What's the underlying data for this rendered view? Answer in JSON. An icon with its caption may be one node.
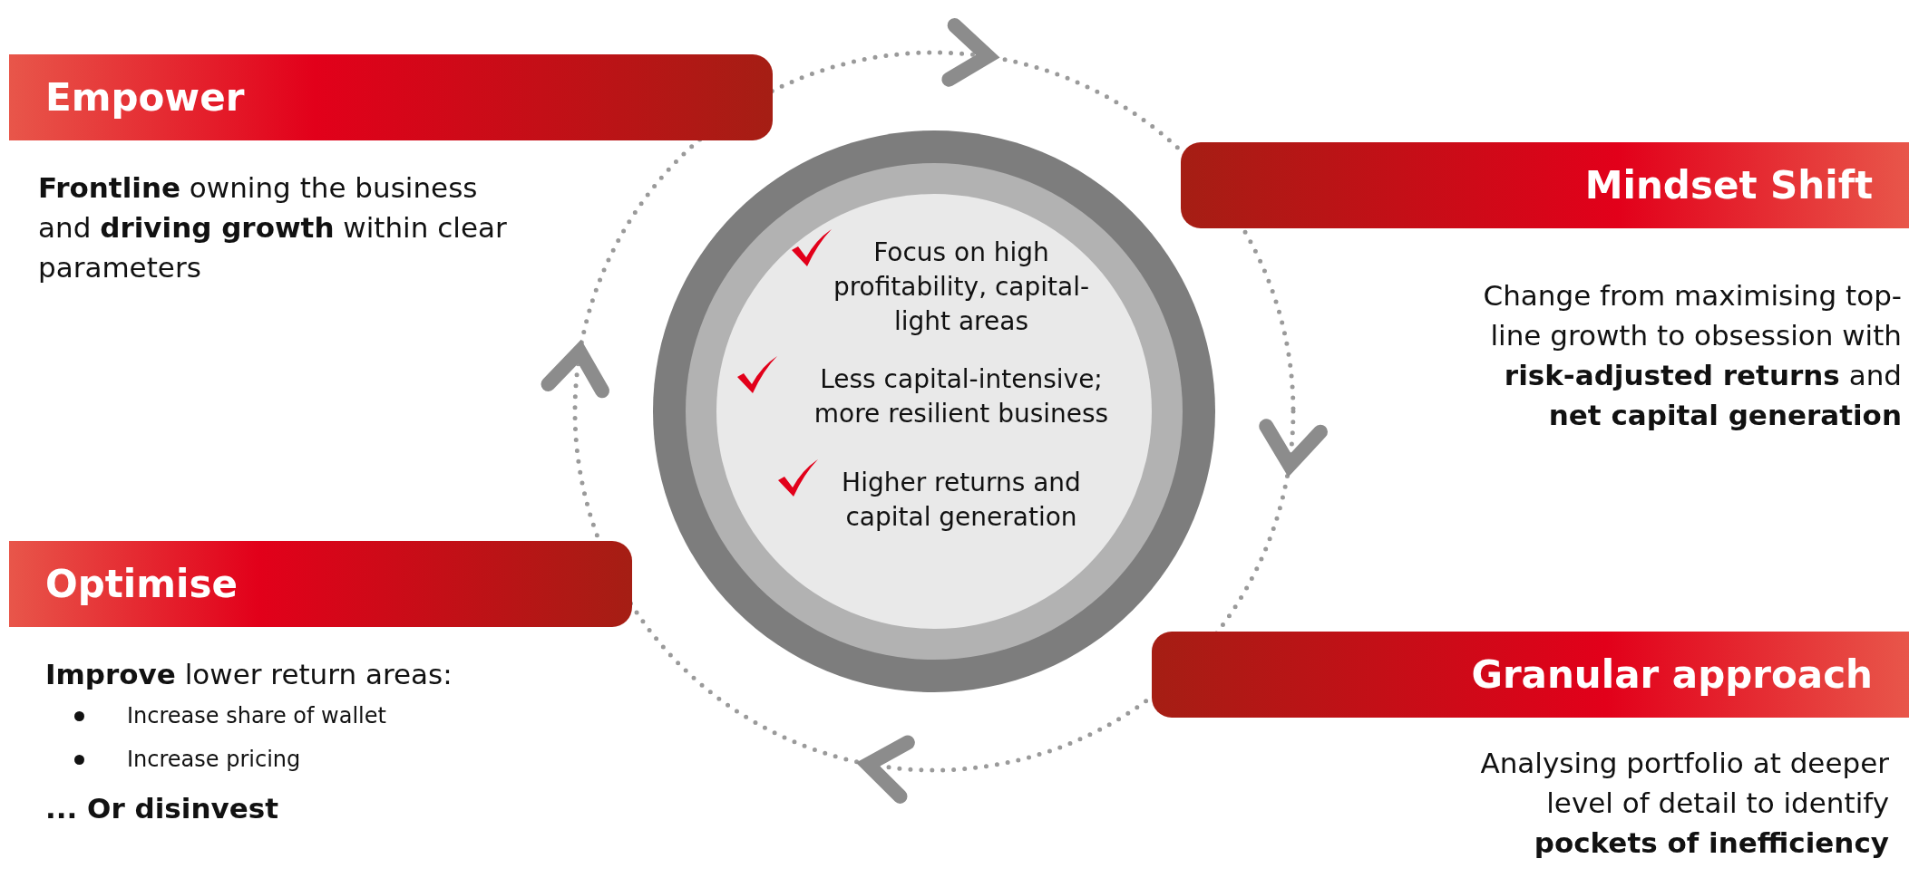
{
  "diagram": {
    "nodes": [
      {
        "text": [
          "Empower",
          "**Frontline** owning the business and **driving growth** within clear parameters"
        ]
      },
      {
        "text": [
          "Mindset Shift",
          "Change from maximising top-line growth to obsession with **risk-adjusted returns** and **net capital generation**"
        ]
      },
      {
        "text": [
          "Optimise",
          "**Improve** lower return areas:",
          "Increase share of wallet",
          "Increase pricing",
          "... Or disinvest"
        ]
      },
      {
        "text": [
          "Granular approach",
          "Analysing portfolio at deeper level of detail to identify **pockets of inefficiency**"
        ]
      },
      {
        "text": [
          "Focus on high profitability, capital-light areas",
          "Less capital-intensive; more resilient business",
          "Higher returns and capital generation"
        ]
      }
    ],
    "edges": []
  }
}
